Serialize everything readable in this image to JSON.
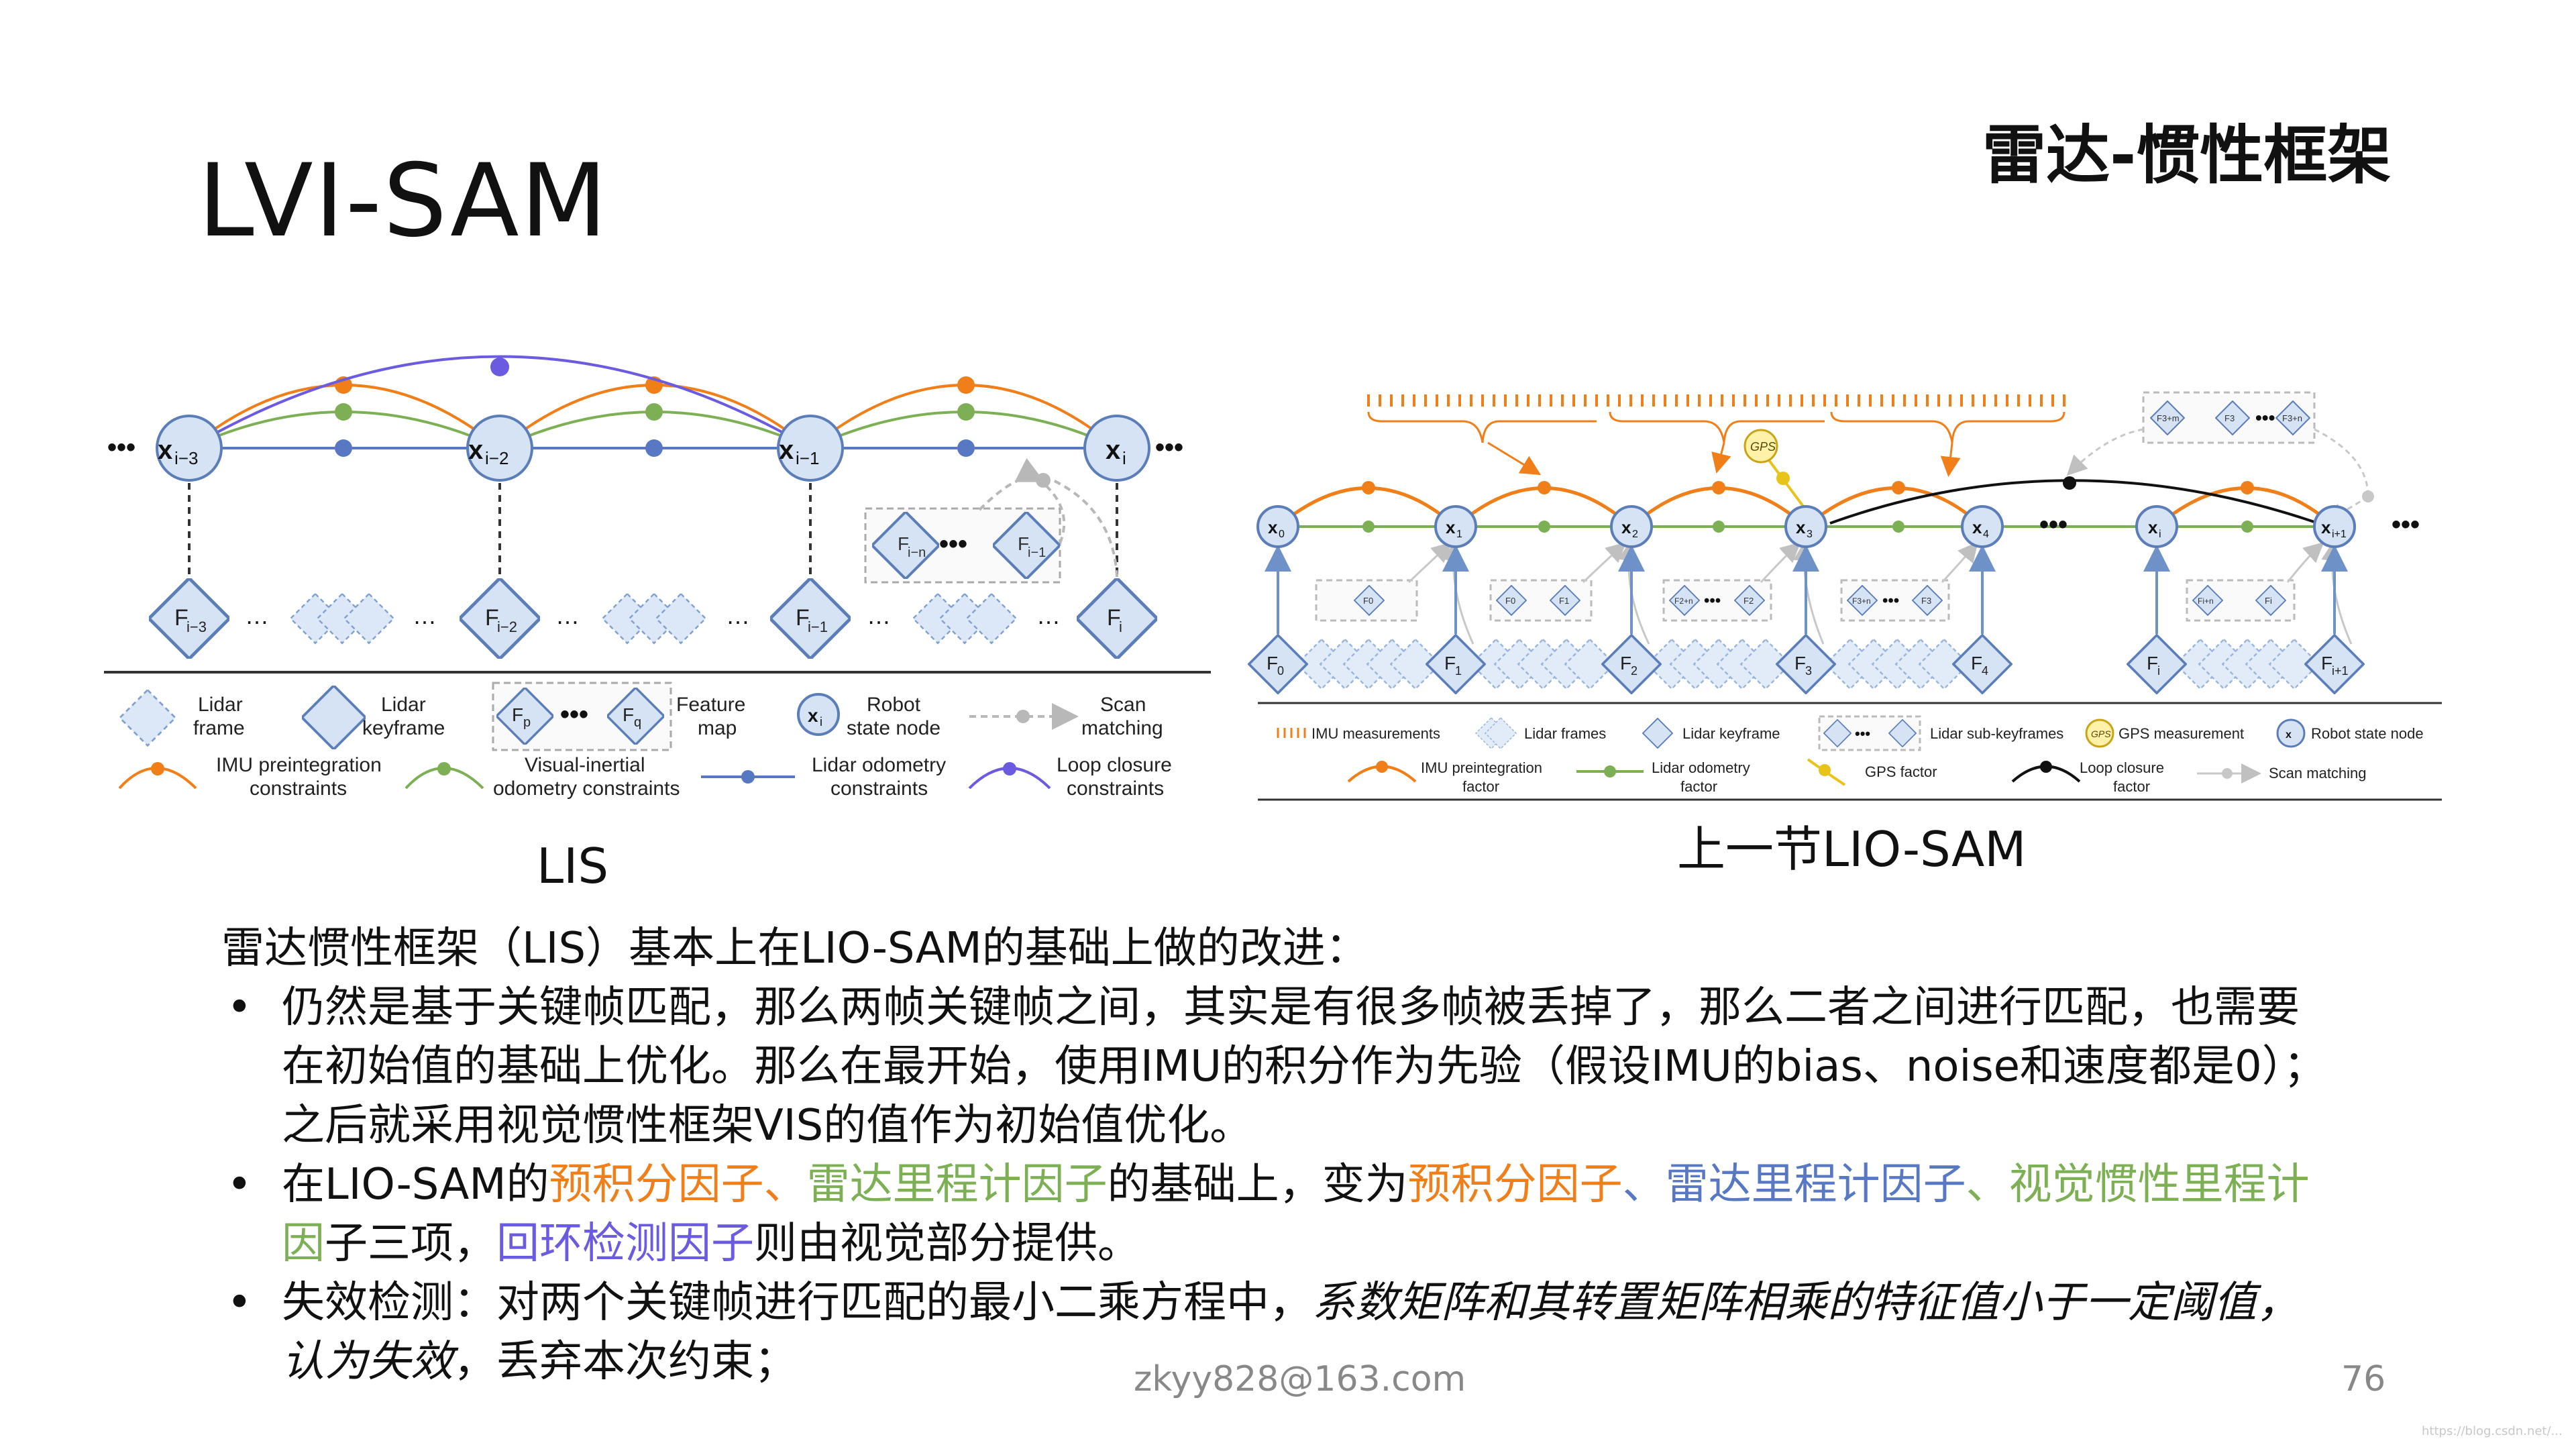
{
  "slide": {
    "title": "LVI-SAM",
    "section_title": "雷达-惯性框架",
    "caption_left": "LIS",
    "caption_right": "上一节LIO-SAM",
    "footer_email": "zkyy828@163.com",
    "page_number": "76",
    "watermark": "https://blog.csdn.net/..."
  },
  "body": {
    "intro": "雷达惯性框架（LIS）基本上在LIO-SAM的基础上做的改进：",
    "bullet1": "仍然是基于关键帧匹配，那么两帧关键帧之间，其实是有很多帧被丢掉了，那么二者之间进行匹配，也需要在初始值的基础上优化。那么在最开始，使用IMU的积分作为先验（假设IMU的bias、noise和速度都是0）； 之后就采用视觉惯性框架VIS的值作为初始值优化。",
    "bullet2": {
      "p1": "在LIO-SAM的",
      "p2": "预积分因子",
      "p3": "、",
      "p4": "雷达里程计因子",
      "p5": "的基础上，变为",
      "p6": "预积分因子",
      "p7": "、",
      "p8": "雷达里程计因子",
      "p9": "、",
      "p10": "视觉惯性里程计因",
      "p11": "子三项，",
      "p12": "回环检测因子",
      "p13": "则由视觉部分提供。"
    },
    "bullet3": {
      "p1": "失效检测：对两个关键帧进行匹配的最小二乘方程中，",
      "p2": "系数矩阵和其转置矩阵相乘的特征值小于一定阈值，认为失效",
      "p3": "，丢弃本次约束；"
    }
  },
  "lis_diagram": {
    "nodes": [
      "x",
      "x",
      "x",
      "x"
    ],
    "node_subs": [
      "i−3",
      "i−2",
      "i−1",
      "i"
    ],
    "keyframes": [
      "F",
      "F",
      "F",
      "F"
    ],
    "keyframe_subs": [
      "i−3",
      "i−2",
      "i−1",
      "i"
    ],
    "map_labels": [
      "F",
      "F"
    ],
    "map_subs": [
      "i−n",
      "i−1"
    ],
    "ellipsis": "•••",
    "dots": "…",
    "legend": {
      "lidar_frame": [
        "Lidar",
        "frame"
      ],
      "lidar_keyframe": [
        "Lidar",
        "keyframe"
      ],
      "feature_map": [
        "Feature",
        "map"
      ],
      "feature_p": "F",
      "feature_p_sub": "p",
      "feature_q": "F",
      "feature_q_sub": "q",
      "robot_state": [
        "Robot",
        "state node"
      ],
      "robot_x": "x",
      "robot_x_sub": "i",
      "scan_matching": [
        "Scan",
        "matching"
      ],
      "imu": [
        "IMU preintegration",
        "constraints"
      ],
      "vio": [
        "Visual-inertial",
        "odometry constraints"
      ],
      "lidar_odo": [
        "Lidar odometry",
        "constraints"
      ],
      "loop": [
        "Loop closure",
        "constraints"
      ]
    }
  },
  "lio_diagram": {
    "nodes": [
      "x",
      "x",
      "x",
      "x",
      "x",
      "x",
      "x"
    ],
    "node_subs": [
      "0",
      "1",
      "2",
      "3",
      "4",
      "i",
      "i+1"
    ],
    "keyframes": [
      "F",
      "F",
      "F",
      "F",
      "F",
      "F",
      "F"
    ],
    "keyframe_subs": [
      "0",
      "1",
      "2",
      "3",
      "4",
      "i",
      "i+1"
    ],
    "subframes": [
      "F0",
      "F0",
      "F1",
      "F2+n",
      "F2",
      "F3+n",
      "F3",
      "Fi+n",
      "Fi"
    ],
    "top_subframes": [
      "F3+m",
      "F3",
      "F3+n"
    ],
    "gps": "GPS",
    "ellipsis": "•••",
    "legend": {
      "imu_meas": "IMU measurements",
      "lidar_frames": "Lidar frames",
      "lidar_keyframe": "Lidar keyframe",
      "lidar_subkeyframes": "Lidar sub-keyframes",
      "gps_meas": "GPS measurement",
      "robot_state": "Robot state node",
      "imu_factor": [
        "IMU preintegration",
        "factor"
      ],
      "lidar_factor": [
        "Lidar odometry",
        "factor"
      ],
      "gps_factor": "GPS factor",
      "loop_factor": [
        "Loop closure",
        "factor"
      ],
      "scan_matching": "Scan matching"
    }
  },
  "colors": {
    "orange": "#F07F1A",
    "green": "#7DB055",
    "blue": "#5878C4",
    "purple": "#6B5BE0",
    "node_fill": "#D5E3F5",
    "node_stroke": "#5B7DB8",
    "gps_yellow": "#E8C31A"
  }
}
